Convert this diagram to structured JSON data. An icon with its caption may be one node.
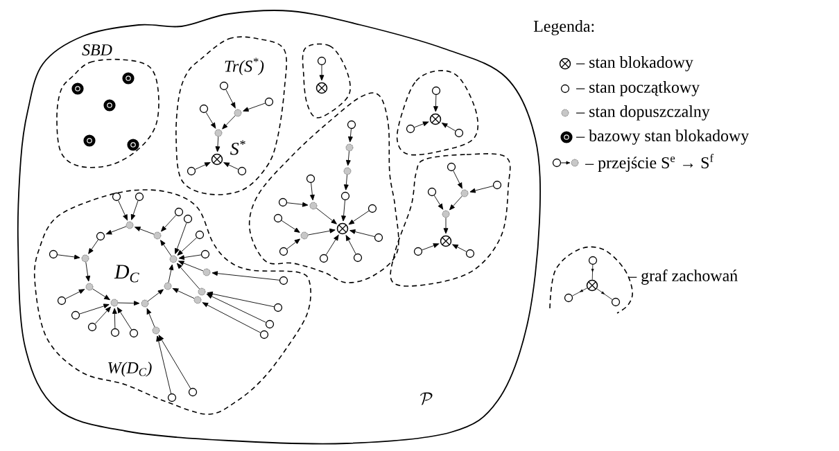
{
  "diagram": {
    "nodes": [
      {
        "text": [
          "\\mathcal{P}"
        ]
      },
      {
        "text": [
          "SBD"
        ],
        "in": 0
      },
      {
        "text": [],
        "shape": "ring",
        "in": 1
      },
      {
        "text": [],
        "shape": "ring",
        "in": 1
      },
      {
        "text": [],
        "shape": "ring",
        "in": 1
      },
      {
        "text": [],
        "shape": "ring",
        "in": 1
      },
      {
        "text": [],
        "shape": "ring",
        "in": 1
      },
      {
        "text": [
          "Tr(S$^{*}$)"
        ],
        "in": 0
      },
      {
        "text": [],
        "shape": "circle",
        "in": 7
      },
      {
        "text": [],
        "shape": "circle",
        "in": 7
      },
      {
        "text": [],
        "shape": "disc",
        "in": 7
      },
      {
        "text": [],
        "shape": "circle",
        "in": 7
      },
      {
        "text": [],
        "shape": "disc",
        "in": 7
      },
      {
        "text": [],
        "shape": "cross",
        "in": 7,
        "beside": [
          "S$^{*}$"
        ]
      },
      {
        "text": [],
        "shape": "circle",
        "in": 7
      },
      {
        "text": [],
        "shape": "circle",
        "in": 7
      },
      {
        "text": [],
        "shape": "blob",
        "in": 0
      },
      {
        "text": [],
        "shape": "circle",
        "in": 16
      },
      {
        "text": [],
        "shape": "cross",
        "in": 16
      },
      {
        "text": [],
        "shape": "blob",
        "in": 0
      },
      {
        "text": [],
        "shape": "circle",
        "in": 19
      },
      {
        "text": [],
        "shape": "disc",
        "in": 19
      },
      {
        "text": [],
        "shape": "disc",
        "in": 19
      },
      {
        "text": [],
        "shape": "circle",
        "in": 19
      },
      {
        "text": [],
        "shape": "cross",
        "in": 19
      },
      {
        "text": [],
        "shape": "circle",
        "in": 19
      },
      {
        "text": [],
        "shape": "circle",
        "in": 19
      },
      {
        "text": [],
        "shape": "disc",
        "in": 19
      },
      {
        "text": [],
        "shape": "circle",
        "in": 19
      },
      {
        "text": [],
        "shape": "circle",
        "in": 19
      },
      {
        "text": [],
        "shape": "disc",
        "in": 19
      },
      {
        "text": [],
        "shape": "circle",
        "in": 19
      },
      {
        "text": [],
        "shape": "circle",
        "in": 19
      },
      {
        "text": [],
        "shape": "circle",
        "in": 19
      },
      {
        "text": [],
        "shape": "circle",
        "in": 19
      },
      {
        "text": [],
        "shape": "blob",
        "in": 0
      },
      {
        "text": [],
        "shape": "circle",
        "in": 35
      },
      {
        "text": [],
        "shape": "cross",
        "in": 35
      },
      {
        "text": [],
        "shape": "circle",
        "in": 35
      },
      {
        "text": [],
        "shape": "circle",
        "in": 35
      },
      {
        "text": [],
        "shape": "blob",
        "in": 0
      },
      {
        "text": [],
        "shape": "circle",
        "in": 40
      },
      {
        "text": [],
        "shape": "circle",
        "in": 40
      },
      {
        "text": [],
        "shape": "disc",
        "in": 40
      },
      {
        "text": [],
        "shape": "circle",
        "in": 40
      },
      {
        "text": [],
        "shape": "disc",
        "in": 40
      },
      {
        "text": [],
        "shape": "cross",
        "in": 40
      },
      {
        "text": [],
        "shape": "circle",
        "in": 40
      },
      {
        "text": [],
        "shape": "circle",
        "in": 40
      },
      {
        "text": [
          "W(D$_{C}$)"
        ],
        "in": 0
      },
      {
        "text": [],
        "shape": "disc",
        "in": 49
      },
      {
        "text": [],
        "shape": "disc",
        "in": 49
      },
      {
        "text": [],
        "shape": "disc",
        "in": 49
      },
      {
        "text": [],
        "shape": "disc",
        "in": 49
      },
      {
        "text": [],
        "shape": "disc",
        "in": 49
      },
      {
        "text": [],
        "shape": "disc",
        "in": 49
      },
      {
        "text": [],
        "shape": "disc",
        "in": 49
      },
      {
        "text": [],
        "shape": "disc",
        "in": 49
      },
      {
        "text": [],
        "shape": "circle",
        "in": 49
      },
      {
        "text": [],
        "shape": "circle",
        "in": 49
      },
      {
        "text": [],
        "shape": "circle",
        "in": 49
      },
      {
        "text": [],
        "shape": "circle",
        "in": 49
      },
      {
        "text": [],
        "shape": "circle",
        "in": 49
      },
      {
        "text": [],
        "shape": "circle",
        "in": 49
      },
      {
        "text": [],
        "shape": "circle",
        "in": 49
      },
      {
        "text": [],
        "shape": "disc",
        "in": 49
      },
      {
        "text": [],
        "shape": "circle",
        "in": 49
      },
      {
        "text": [],
        "shape": "disc",
        "in": 49
      },
      {
        "text": [],
        "shape": "disc",
        "in": 49
      },
      {
        "text": [],
        "shape": "circle",
        "in": 49
      },
      {
        "text": [],
        "shape": "circle",
        "in": 49
      },
      {
        "text": [],
        "shape": "circle",
        "in": 49
      },
      {
        "text": [],
        "shape": "circle",
        "in": 49
      },
      {
        "text": [],
        "shape": "circle",
        "in": 49
      },
      {
        "text": [],
        "shape": "circle",
        "in": 49
      },
      {
        "text": [],
        "shape": "circle",
        "in": 49
      },
      {
        "text": [],
        "shape": "circle",
        "in": 49
      },
      {
        "text": [],
        "shape": "circle",
        "in": 49
      },
      {
        "text": [],
        "shape": "disc",
        "in": 49
      },
      {
        "text": [],
        "shape": "circle",
        "in": 49
      },
      {
        "text": [],
        "shape": "circle",
        "in": 49
      }
    ],
    "edges": [
      {
        "from": 8,
        "to": 10,
        "arrow": "to"
      },
      {
        "from": 9,
        "to": 10,
        "arrow": "to"
      },
      {
        "from": 11,
        "to": 12,
        "arrow": "to"
      },
      {
        "from": 10,
        "to": 12,
        "arrow": "to"
      },
      {
        "from": 12,
        "to": 13,
        "arrow": "to"
      },
      {
        "from": 14,
        "to": 13,
        "arrow": "to"
      },
      {
        "from": 15,
        "to": 13,
        "arrow": "to"
      },
      {
        "from": 17,
        "to": 18,
        "arrow": "to"
      },
      {
        "from": 20,
        "to": 21,
        "arrow": "to"
      },
      {
        "from": 21,
        "to": 22,
        "arrow": "to"
      },
      {
        "from": 22,
        "to": 23,
        "arrow": "to"
      },
      {
        "from": 23,
        "to": 24,
        "arrow": "to"
      },
      {
        "from": 25,
        "to": 27,
        "arrow": "to"
      },
      {
        "from": 26,
        "to": 27,
        "arrow": "to"
      },
      {
        "from": 27,
        "to": 24,
        "arrow": "to"
      },
      {
        "from": 28,
        "to": 30,
        "arrow": "to"
      },
      {
        "from": 29,
        "to": 30,
        "arrow": "to"
      },
      {
        "from": 30,
        "to": 24,
        "arrow": "to"
      },
      {
        "from": 31,
        "to": 24,
        "arrow": "to"
      },
      {
        "from": 32,
        "to": 24,
        "arrow": "to"
      },
      {
        "from": 33,
        "to": 24,
        "arrow": "to"
      },
      {
        "from": 34,
        "to": 24,
        "arrow": "to"
      },
      {
        "from": 36,
        "to": 37,
        "arrow": "to"
      },
      {
        "from": 38,
        "to": 37,
        "arrow": "to"
      },
      {
        "from": 39,
        "to": 37,
        "arrow": "to"
      },
      {
        "from": 41,
        "to": 43,
        "arrow": "to"
      },
      {
        "from": 42,
        "to": 43,
        "arrow": "to"
      },
      {
        "from": 44,
        "to": 45,
        "arrow": "to"
      },
      {
        "from": 43,
        "to": 45,
        "arrow": "to"
      },
      {
        "from": 45,
        "to": 46,
        "arrow": "to"
      },
      {
        "from": 47,
        "to": 46,
        "arrow": "to"
      },
      {
        "from": 48,
        "to": 46,
        "arrow": "to"
      },
      {
        "from": 51,
        "to": 50,
        "arrow": "to"
      },
      {
        "from": 50,
        "to": 58,
        "arrow": "to"
      },
      {
        "from": 58,
        "to": 57,
        "arrow": "to"
      },
      {
        "from": 57,
        "to": 56,
        "arrow": "to"
      },
      {
        "from": 56,
        "to": 55,
        "arrow": "to"
      },
      {
        "from": 55,
        "to": 54,
        "arrow": "to"
      },
      {
        "from": 54,
        "to": 53,
        "arrow": "to"
      },
      {
        "from": 53,
        "to": 52,
        "arrow": "to"
      },
      {
        "from": 52,
        "to": 51,
        "arrow": "to"
      },
      {
        "from": 59,
        "to": 50,
        "arrow": "to"
      },
      {
        "from": 60,
        "to": 50,
        "arrow": "to"
      },
      {
        "from": 61,
        "to": 51,
        "arrow": "to"
      },
      {
        "from": 62,
        "to": 52,
        "arrow": "to"
      },
      {
        "from": 63,
        "to": 52,
        "arrow": "to"
      },
      {
        "from": 64,
        "to": 52,
        "arrow": "to"
      },
      {
        "from": 65,
        "to": 52,
        "arrow": "to"
      },
      {
        "from": 66,
        "to": 65,
        "arrow": "to"
      },
      {
        "from": 67,
        "to": 52,
        "arrow": "to"
      },
      {
        "from": 68,
        "to": 53,
        "arrow": "to"
      },
      {
        "from": 69,
        "to": 67,
        "arrow": "to"
      },
      {
        "from": 70,
        "to": 67,
        "arrow": "to"
      },
      {
        "from": 71,
        "to": 68,
        "arrow": "to"
      },
      {
        "from": 72,
        "to": 57,
        "arrow": "to"
      },
      {
        "from": 73,
        "to": 56,
        "arrow": "to"
      },
      {
        "from": 74,
        "to": 55,
        "arrow": "to"
      },
      {
        "from": 75,
        "to": 55,
        "arrow": "to"
      },
      {
        "from": 76,
        "to": 55,
        "arrow": "to"
      },
      {
        "from": 77,
        "to": 55,
        "arrow": "to"
      },
      {
        "from": 78,
        "to": 54,
        "arrow": "to"
      },
      {
        "from": 79,
        "to": 78,
        "arrow": "to"
      },
      {
        "from": 80,
        "to": 78,
        "arrow": "to"
      }
    ],
    "labels": [
      "Legenda:",
      "D$_{C}$"
    ],
    "legend": [
      {
        "text": "– stan blokadowy"
      },
      {
        "text": "– stan początkowy"
      },
      {
        "text": "– stan dopuszczalny"
      },
      {
        "text": "– bazowy stan blokadowy"
      },
      {
        "text": "– przejście S$^{e}$ → S$^{f}$"
      },
      {
        "text": "– graf zachowań"
      }
    ]
  }
}
